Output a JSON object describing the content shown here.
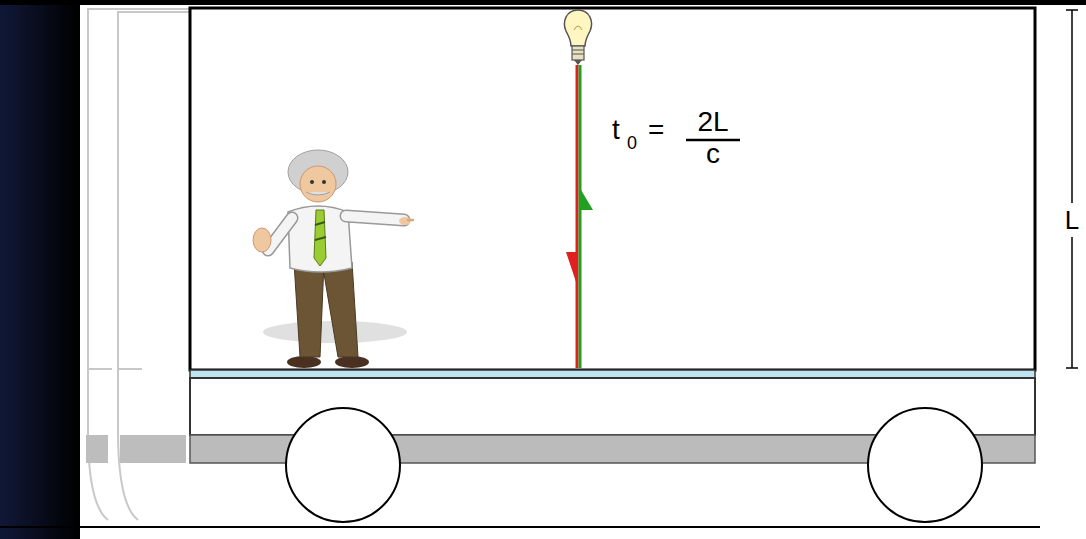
{
  "diagram": {
    "labels": [
      "t",
      "0",
      "=",
      "2L",
      "c",
      "L"
    ]
  }
}
